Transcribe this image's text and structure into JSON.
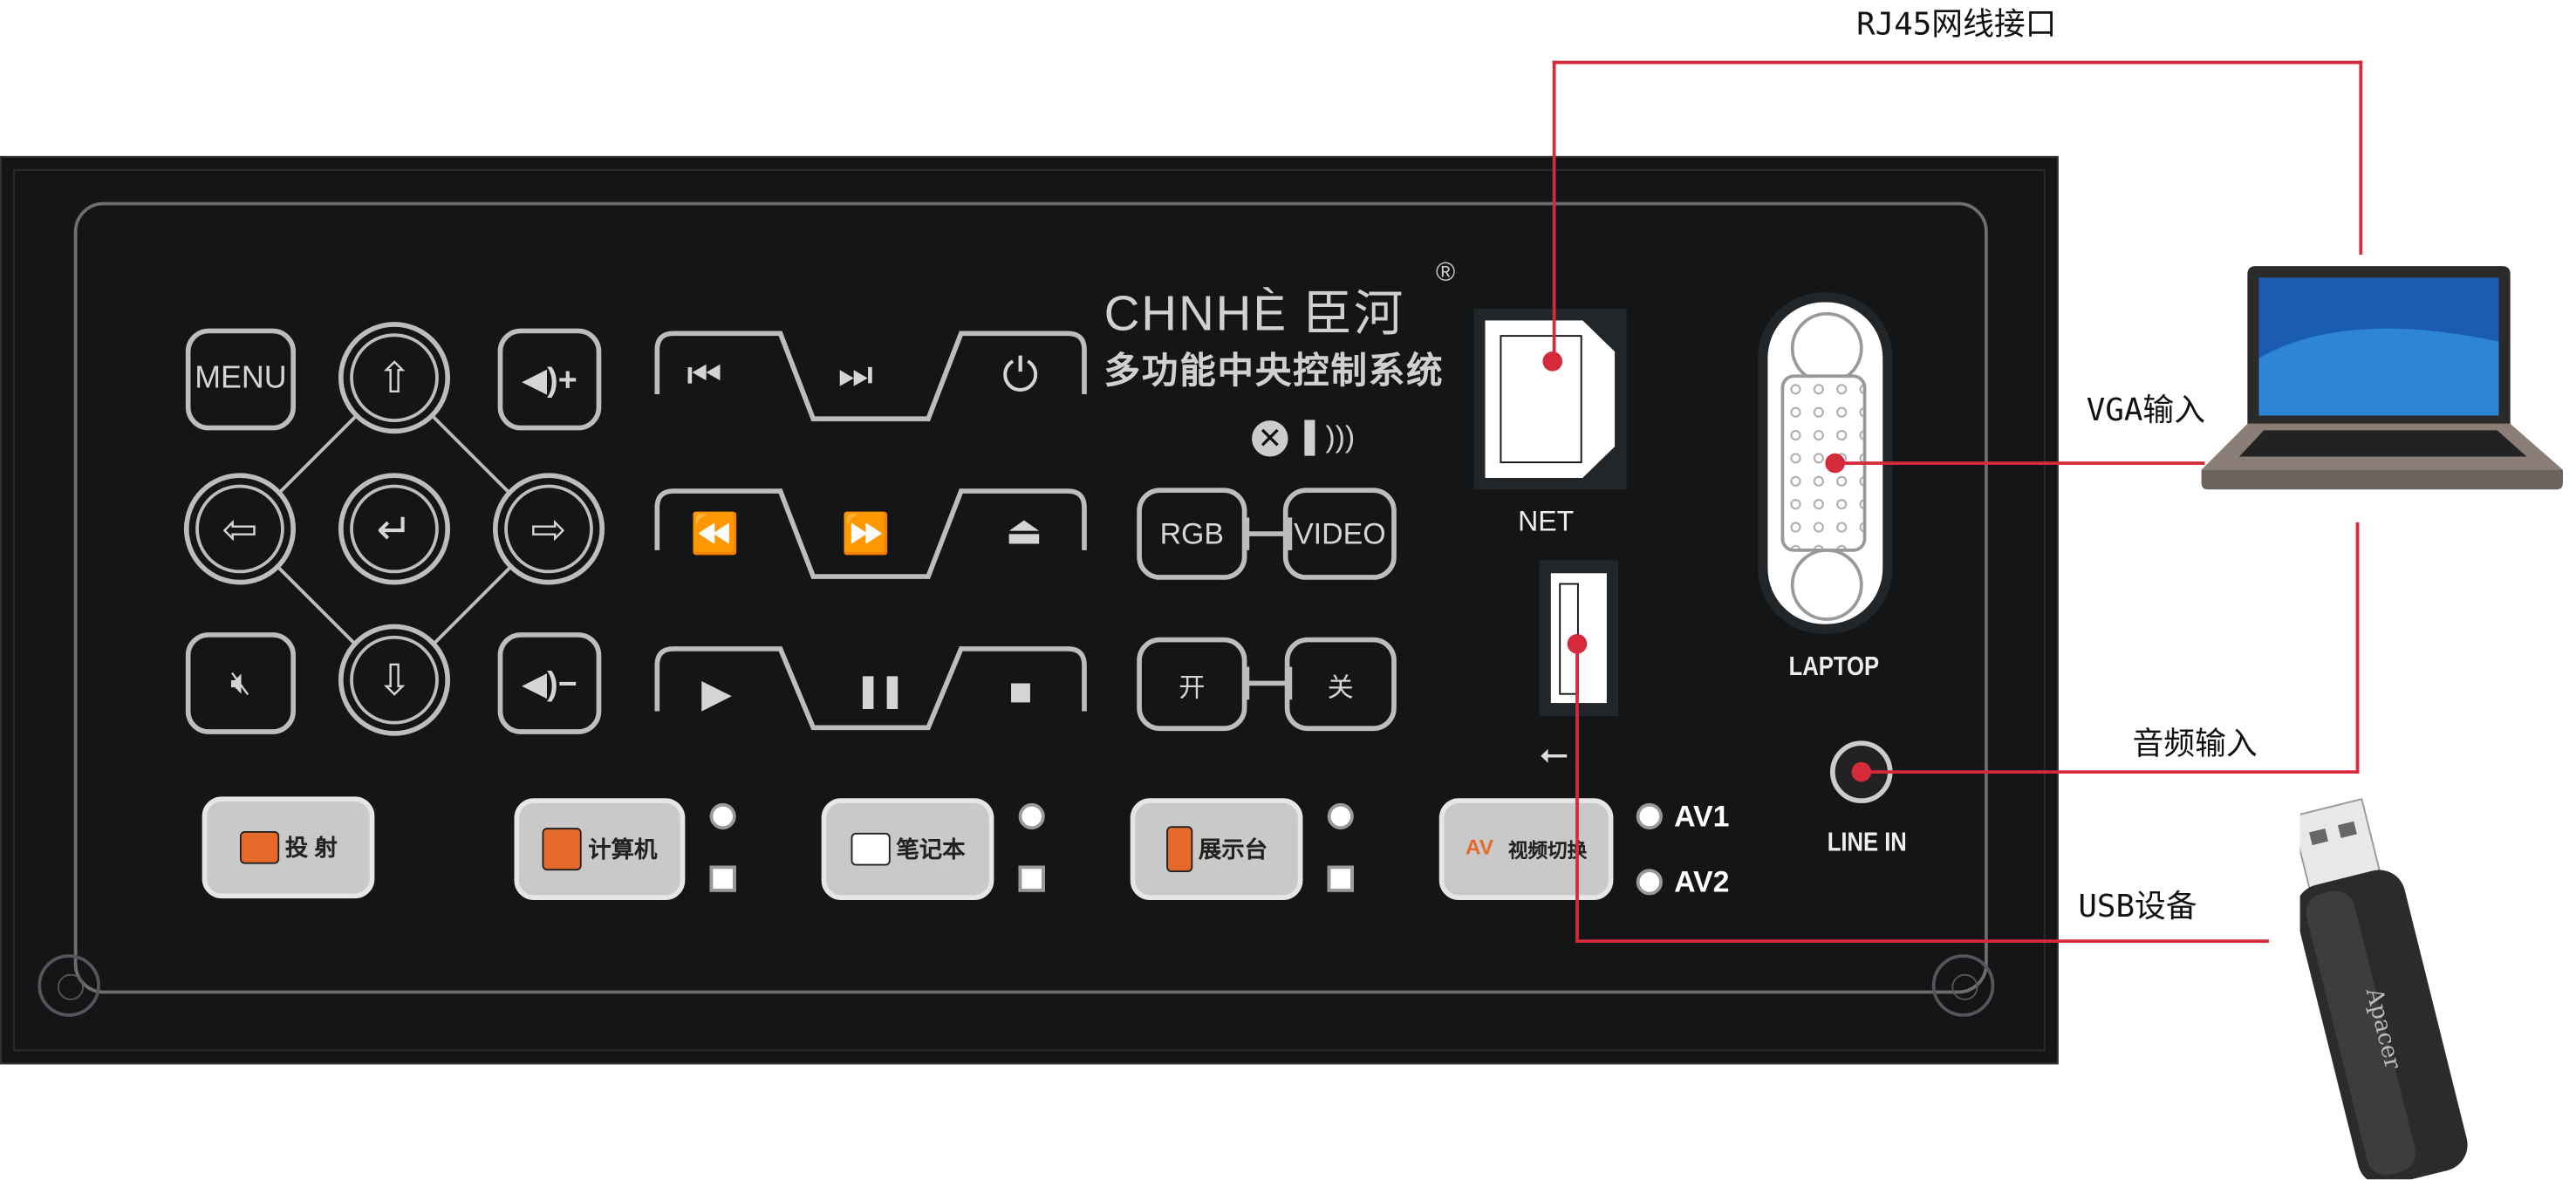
{
  "panel": {
    "brand": "CHNHÈ 臣河",
    "registered": "®",
    "subtitle": "多功能中央控制系统",
    "keys": {
      "menu": "MENU",
      "vol_up": "◀)+",
      "vol_down": "◀)−",
      "mute": "mute",
      "up": "⇧",
      "down": "⇩",
      "left": "⇦",
      "right": "⇨",
      "enter": "↵"
    },
    "media_rows": [
      [
        "⏮",
        "⏭",
        "⏻"
      ],
      [
        "⏪",
        "⏩",
        "⏏"
      ],
      [
        "▶",
        "❚❚",
        "■"
      ]
    ],
    "rgb": "RGB",
    "video": "VIDEO",
    "on": "开",
    "off": "关",
    "net_label": "NET",
    "laptop_label": "LAPTOP",
    "line_in_label": "LINE IN",
    "usb_symbol": "⭠",
    "sources": [
      {
        "label": "投 射"
      },
      {
        "label": "计算机"
      },
      {
        "label": "笔记本"
      },
      {
        "label": "展示台"
      },
      {
        "label": "视频切换"
      }
    ],
    "av1": "AV1",
    "av2": "AV2"
  },
  "callouts": {
    "rj45": "RJ45网线接口",
    "vga": "VGA输入",
    "audio": "音频输入",
    "usb": "USB设备"
  },
  "usb_stick_brand": "Apacer",
  "colors": {
    "callout_line": "#d42a3c",
    "panel": "#141517",
    "button": "#c9c9c9",
    "icon_accent": "#e56a2a"
  }
}
